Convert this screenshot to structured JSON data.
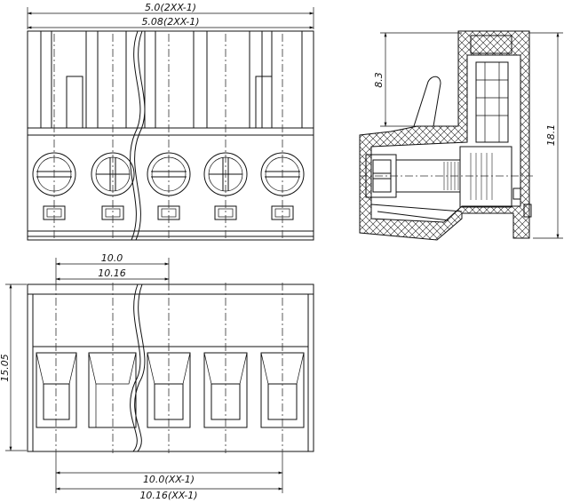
{
  "dimensions": {
    "top_width_outer": "5.0(2XX-1)",
    "top_width_inner": "5.08(2XX-1)",
    "bottom_pitch_a": "10.0",
    "bottom_pitch_b": "10.16",
    "bottom_height": "15.05",
    "bottom_width_a": "10.0(XX-1)",
    "bottom_width_b": "10.16(XX-1)",
    "side_height_small": "8.3",
    "side_height_total": "18.1"
  }
}
